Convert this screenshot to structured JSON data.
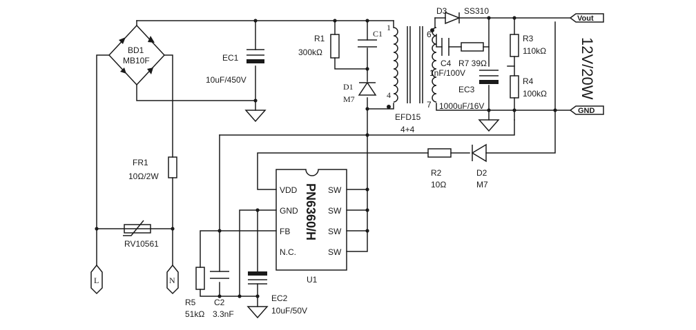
{
  "labels": {
    "bd1_ref": "BD1",
    "bd1_val": "MB10F",
    "ec1_ref": "EC1",
    "ec1_val": "10uF/450V",
    "fr1_ref": "FR1",
    "fr1_val": "10Ω/2W",
    "rv_ref": "RV10561",
    "in_l": "L",
    "in_n": "N",
    "r1_ref": "R1",
    "r1_val": "300kΩ",
    "c1_ref": "C1",
    "d1_ref": "D1",
    "d1_val": "M7",
    "pin1": "1",
    "pin4": "4",
    "pin6": "6",
    "pin7": "7",
    "xfmr_ref": "EFD15",
    "xfmr_val": "4+4",
    "d3_ref": "D3",
    "d3_val": "SS310",
    "c4_ref": "C4",
    "c4_val": "1nF/100V",
    "r7": "R7 39Ω",
    "ec3_ref": "EC3",
    "ec3_val": "1000uF/16V",
    "r3_ref": "R3",
    "r3_val": "110kΩ",
    "r4_ref": "R4",
    "r4_val": "100kΩ",
    "vout": "Vout",
    "gnd": "GND",
    "spec": "12V/20W",
    "r2_ref": "R2",
    "r2_val": "10Ω",
    "d2_ref": "D2",
    "d2_val": "M7",
    "ic_name": "PN6360/H",
    "ic_ref": "U1",
    "pin_vdd": "VDD",
    "pin_gnd": "GND",
    "pin_fb": "FB",
    "pin_nc": "N.C.",
    "pin_sw": "SW",
    "r5_ref": "R5",
    "r5_val": "51kΩ",
    "c2_ref": "C2",
    "c2_val": "3.3nF",
    "ec2_ref": "EC2",
    "ec2_val": "10uF/50V"
  }
}
